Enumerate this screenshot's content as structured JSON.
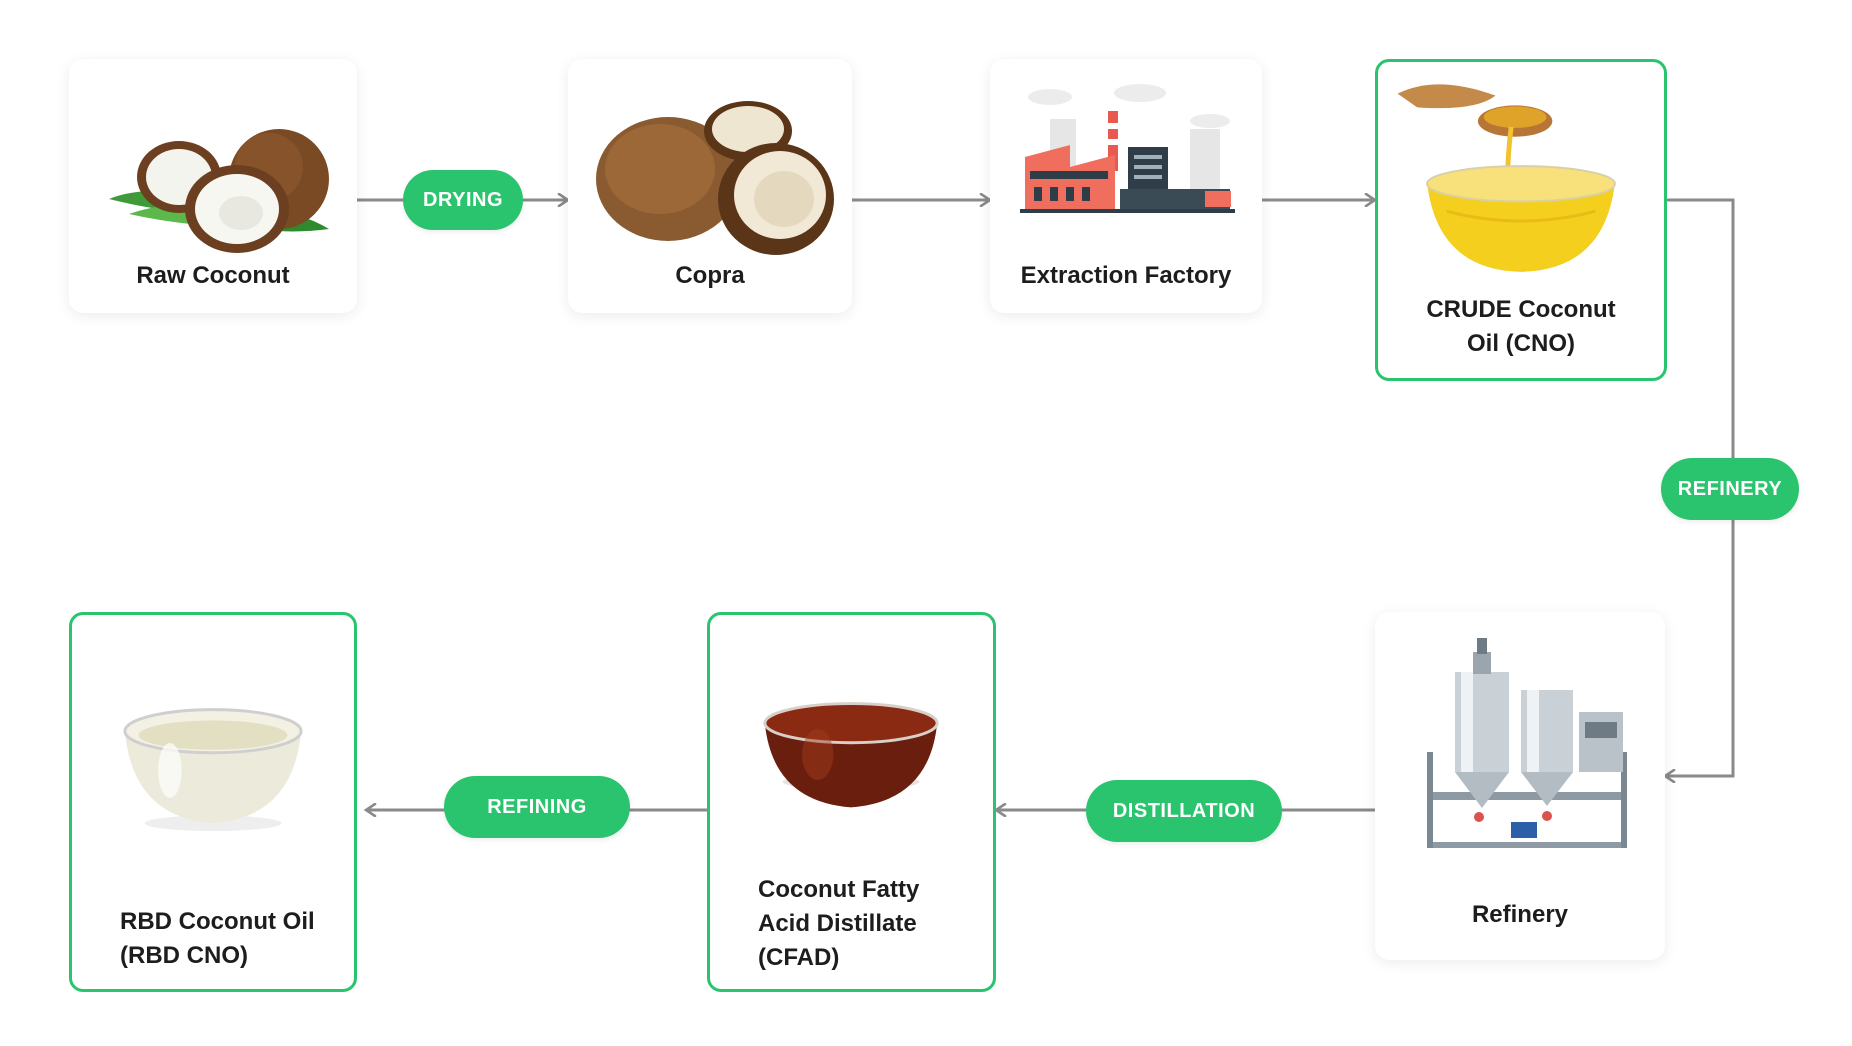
{
  "accent": "#2bc46e",
  "steps": [
    {
      "label": "Raw Coconut",
      "icon": "coconut-icon"
    },
    {
      "label": "Copra",
      "icon": "copra-icon"
    },
    {
      "label": "Extraction Factory",
      "icon": "factory-icon"
    },
    {
      "label": "CRUDE Coconut\nOil (CNO)",
      "icon": "crude-oil-bowl-icon"
    },
    {
      "label": "Refinery",
      "icon": "refinery-machine-icon"
    },
    {
      "label": "Coconut Fatty\nAcid Distillate\n(CFAD)",
      "icon": "dark-oil-bowl-icon"
    },
    {
      "label": "RBD Coconut Oil\n(RBD CNO)",
      "icon": "clear-oil-bowl-icon"
    }
  ],
  "processes": {
    "drying": "DRYING",
    "refinery": "REFINERY",
    "distillation": "DISTILLATION",
    "refining": "REFINING"
  }
}
